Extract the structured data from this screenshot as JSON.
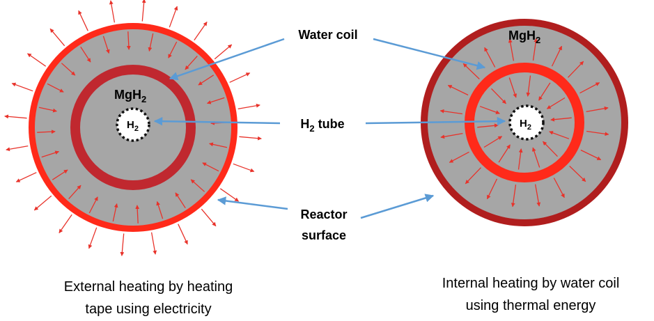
{
  "labels": {
    "water_coil": "Water coil",
    "h2_tube": "H",
    "h2_tube_sub": "2",
    "h2_tube_rest": " tube",
    "reactor_line1": "Reactor",
    "reactor_line2": "surface"
  },
  "chem": {
    "mgh2_main": "MgH",
    "mgh2_sub": "2",
    "h2_main": "H",
    "h2_sub": "2"
  },
  "captions": {
    "left_line1": "External heating by heating",
    "left_line2": "tape using electricity",
    "right_line1": "Internal heating by water coil",
    "right_line2": "using thermal energy"
  },
  "colors": {
    "hydride_gray": "#a6a6a6",
    "heating_red": "#ff2a1a",
    "coil_dark_red": "#c0282f",
    "shell_dark_red": "#b01e1e",
    "arrow_red": "#e8322a",
    "leader_blue": "#5b9bd5"
  }
}
